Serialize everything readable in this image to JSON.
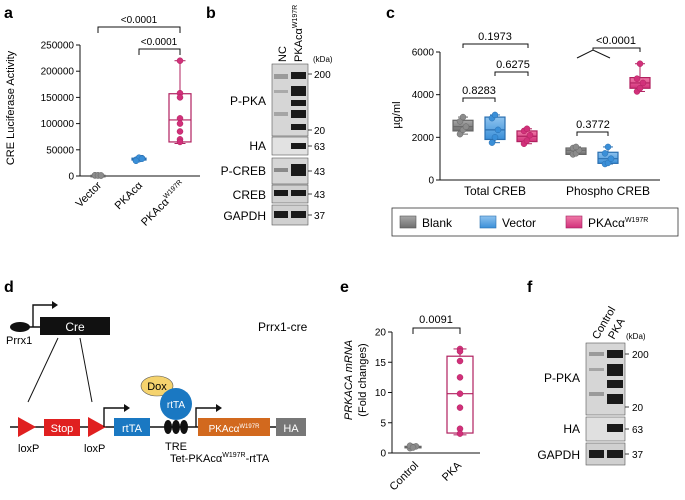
{
  "panels": {
    "a": {
      "letter": "a",
      "ylabel": "CRE Luciferase Activity",
      "yticks": [
        "0",
        "50000",
        "100000",
        "150000",
        "200000",
        "250000"
      ],
      "xlabels": [
        "Vector",
        "PKAcα",
        "PKAcα"
      ],
      "x3_sup": "W197R",
      "pvals": [
        "<0.0001",
        "<0.0001"
      ]
    },
    "b": {
      "letter": "b",
      "cols": [
        "NC",
        "PKAcα"
      ],
      "col2_sup": "W197R",
      "unit": "(kDa)",
      "rows": [
        "P-PKA",
        "HA",
        "P-CREB",
        "CREB",
        "GAPDH"
      ],
      "kda": [
        "200",
        "20",
        "63",
        "43",
        "43",
        "37"
      ]
    },
    "c": {
      "letter": "c",
      "ylabel": "µg/ml",
      "yticks": [
        "0",
        "2000",
        "4000",
        "6000"
      ],
      "groups": [
        "Total CREB",
        "Phospho CREB"
      ],
      "pvals": [
        "0.1973",
        "0.6275",
        "0.8283",
        "<0.0001",
        "0.3772"
      ],
      "legend": [
        "Blank",
        "Vector",
        "PKAcα"
      ],
      "legend3_sup": "W197R"
    },
    "d": {
      "letter": "d",
      "prrx1": "Prrx1",
      "cre": "Cre",
      "prrx1_cre": "Prrx1-cre",
      "stop": "Stop",
      "loxp": "loxP",
      "rtta": "rtTA",
      "dox": "Dox",
      "tre": "TRE",
      "pka_box": "PKAcα",
      "pka_sup": "W197R",
      "ha": "HA",
      "tet_label_pre": "Tet-PKAcα",
      "tet_label_sup": "W197R",
      "tet_label_post": "-rtTA"
    },
    "e": {
      "letter": "e",
      "ylabel1": "PRKACA mRNA",
      "ylabel2": "(Fold changes)",
      "yticks": [
        "0",
        "5",
        "10",
        "15",
        "20"
      ],
      "xlabels": [
        "Control",
        "PKA"
      ],
      "pval": "0.0091"
    },
    "f": {
      "letter": "f",
      "cols": [
        "Control",
        "PKA"
      ],
      "unit": "(kDa)",
      "rows": [
        "P-PKA",
        "HA",
        "GAPDH"
      ],
      "kda": [
        "200",
        "20",
        "63",
        "37"
      ]
    }
  },
  "chart_data": [
    {
      "type": "box",
      "panel": "a",
      "categories": [
        "Vector",
        "PKAcα",
        "PKAcαW197R"
      ],
      "ylabel": "CRE Luciferase Activity",
      "ylim": [
        0,
        250000
      ],
      "points": [
        [
          1000,
          1200,
          800,
          1500,
          900,
          1100
        ],
        [
          30000,
          32000,
          34000,
          31000,
          35000,
          33000,
          29000
        ],
        [
          220000,
          158000,
          150000,
          110000,
          100000,
          85000,
          70000,
          65000
        ]
      ],
      "boxes": [
        {
          "min": 500,
          "q1": 800,
          "median": 1000,
          "q3": 1300,
          "max": 1600
        },
        {
          "min": 28000,
          "q1": 30500,
          "median": 32000,
          "q3": 34000,
          "max": 36000
        },
        {
          "min": 62000,
          "q1": 65000,
          "median": 107000,
          "q3": 157000,
          "max": 220000
        }
      ],
      "colors": [
        "#8c8c8c",
        "#3a8fd8",
        "#d1307a"
      ]
    },
    {
      "type": "box",
      "panel": "c",
      "categories": [
        "Total CREB",
        "Phospho CREB"
      ],
      "series": [
        {
          "name": "Blank",
          "color": "#8c8c8c",
          "boxes": [
            {
              "min": 2150,
              "q1": 2300,
              "median": 2500,
              "q3": 2800,
              "max": 2950
            },
            {
              "min": 1200,
              "q1": 1200,
              "median": 1400,
              "q3": 1500,
              "max": 1550
            }
          ],
          "points": [
            [
              2150,
              2350,
              2500,
              2750,
              2950
            ],
            [
              1200,
              1250,
              1400,
              1500,
              1550
            ]
          ]
        },
        {
          "name": "Vector",
          "color": "#3a8fd8",
          "boxes": [
            {
              "min": 1750,
              "q1": 1900,
              "median": 2350,
              "q3": 2950,
              "max": 3050
            },
            {
              "min": 750,
              "q1": 780,
              "median": 1000,
              "q3": 1300,
              "max": 1550
            }
          ],
          "points": [
            [
              1750,
              2000,
              2350,
              2900,
              3050
            ],
            [
              750,
              800,
              1000,
              1250,
              1550
            ]
          ]
        },
        {
          "name": "PKAcαW197R",
          "color": "#d1307a",
          "boxes": [
            {
              "min": 1700,
              "q1": 1800,
              "median": 2050,
              "q3": 2300,
              "max": 2400
            },
            {
              "min": 4150,
              "q1": 4300,
              "median": 4550,
              "q3": 4800,
              "max": 5450
            }
          ],
          "points": [
            [
              1700,
              1850,
              2100,
              2300,
              2400
            ],
            [
              4150,
              4300,
              4550,
              4750,
              5450
            ]
          ]
        }
      ],
      "ylabel": "µg/ml",
      "ylim": [
        0,
        6000
      ]
    },
    {
      "type": "box",
      "panel": "e",
      "categories": [
        "Control",
        "PKA"
      ],
      "ylabel": "PRKACA mRNA (Fold changes)",
      "ylim": [
        0,
        20
      ],
      "points": [
        [
          0.8,
          1.0,
          1.1,
          1.2,
          0.9
        ],
        [
          17.2,
          16.8,
          15.2,
          12.5,
          9.8,
          7.5,
          4.0,
          3.2
        ]
      ],
      "boxes": [
        {
          "min": 0.8,
          "q1": 0.9,
          "median": 1.0,
          "q3": 1.1,
          "max": 1.2
        },
        {
          "min": 3.0,
          "q1": 3.3,
          "median": 9.8,
          "q3": 16.0,
          "max": 17.2
        }
      ],
      "colors": [
        "#8c8c8c",
        "#d1307a"
      ]
    }
  ]
}
